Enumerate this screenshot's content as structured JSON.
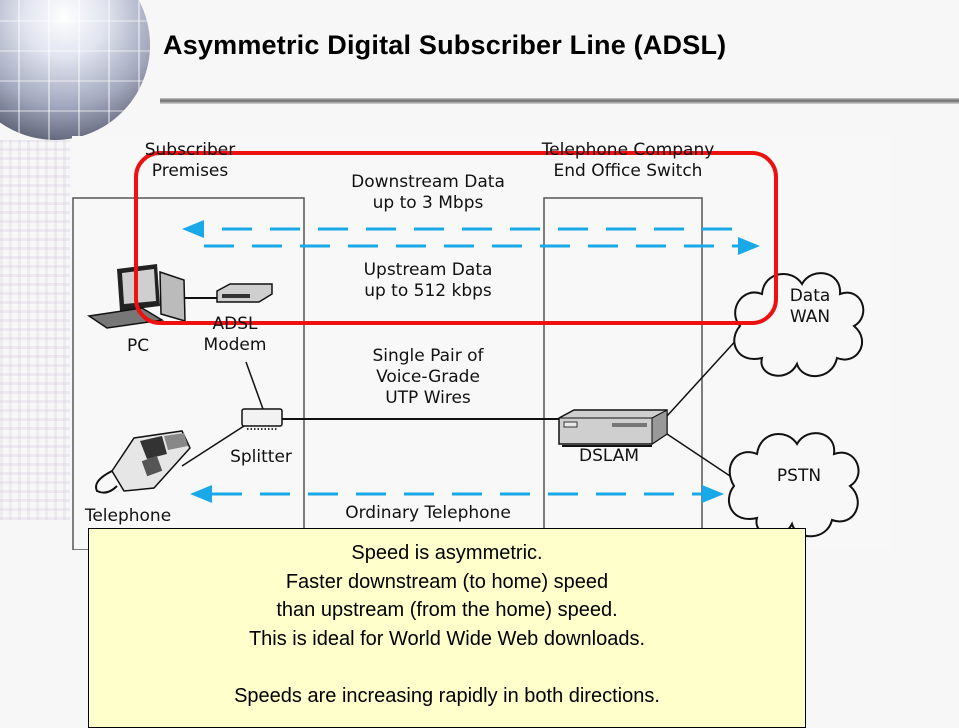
{
  "slide": {
    "title": "Asymmetric Digital Subscriber Line (ADSL)"
  },
  "colors": {
    "highlight": "#ee1111",
    "signal_arrow": "#19a9e8",
    "callout_bg": "#ffffcc",
    "background": "#f7f7f7"
  },
  "diagram": {
    "regions": {
      "subscriber": [
        "Subscriber",
        "Premises"
      ],
      "telco": [
        "Telephone Company",
        "End Office Switch"
      ]
    },
    "signals": {
      "downstream": [
        "Downstream Data",
        "up to 3 Mbps"
      ],
      "upstream": [
        "Upstream Data",
        "up to 512 kbps"
      ],
      "wires": [
        "Single Pair of",
        "Voice-Grade",
        "UTP Wires"
      ],
      "telephone": "Ordinary Telephone"
    },
    "devices": {
      "pc": "PC",
      "modem": [
        "ADSL",
        "Modem"
      ],
      "splitter": "Splitter",
      "telephone": "Telephone",
      "dslam": "DSLAM",
      "data_wan": [
        "Data",
        "WAN"
      ],
      "pstn": "PSTN"
    }
  },
  "callout": {
    "lines": [
      "Speed is asymmetric.",
      "Faster downstream (to home) speed",
      "than upstream (from the home) speed.",
      "This is ideal for World Wide Web downloads.",
      "",
      "Speeds are increasing rapidly in both directions."
    ]
  }
}
